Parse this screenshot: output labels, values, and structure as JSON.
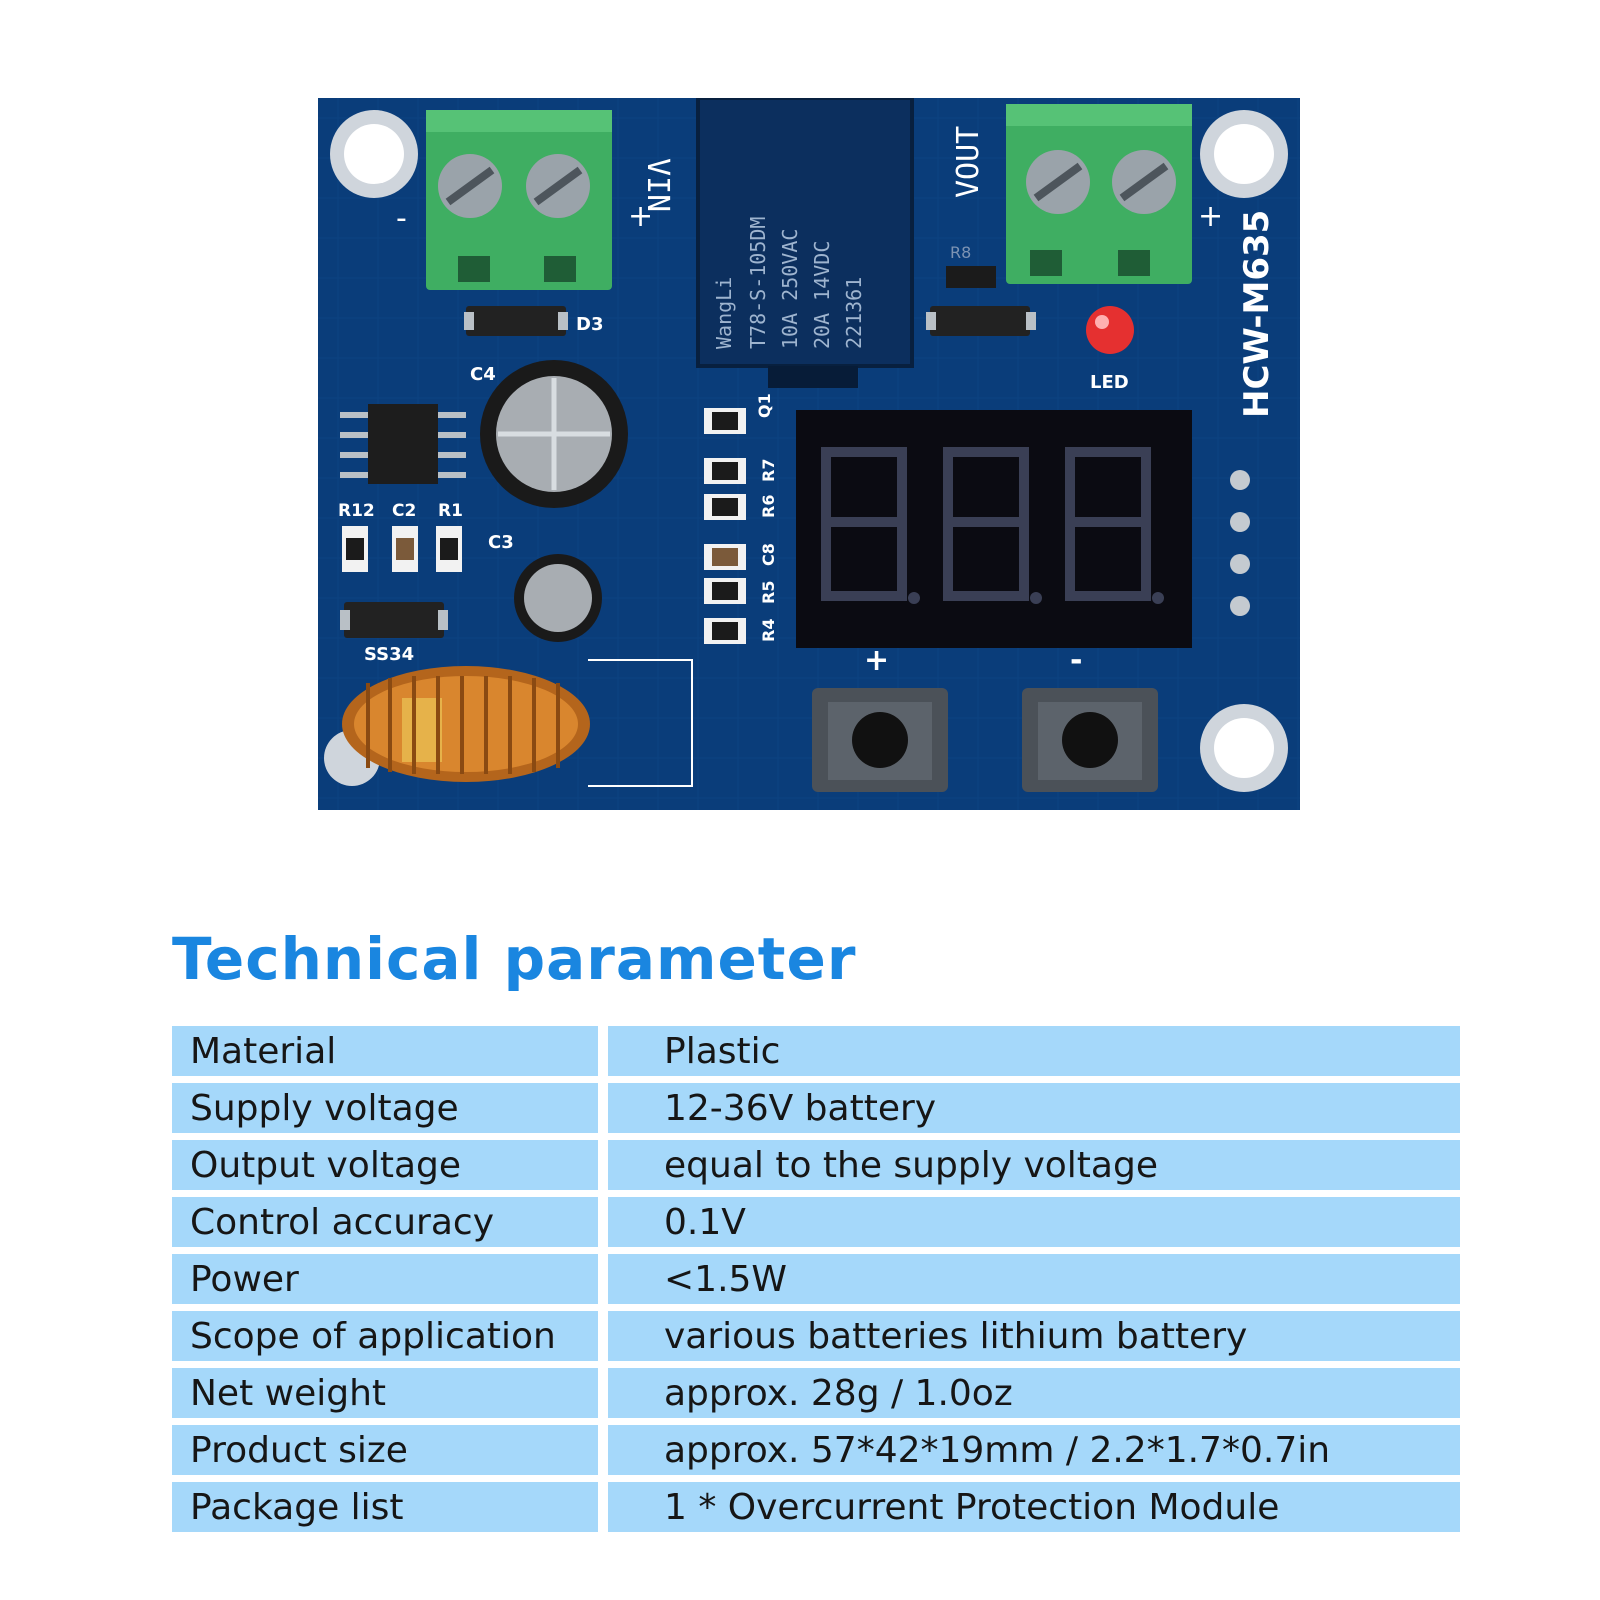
{
  "board": {
    "model": "HCW-M635",
    "labels": {
      "vin": "VIN",
      "vout": "VOUT",
      "plus": "+",
      "minus": "-",
      "d3": "D3",
      "c4": "C4",
      "c3": "C3",
      "r12": "R12",
      "c2": "C2",
      "r1": "R1",
      "ss34": "SS34",
      "led": "LED",
      "r8": "R8",
      "q1": "Q1",
      "r7": "R7",
      "r6": "R6",
      "c8": "C8",
      "r5": "R5",
      "r4": "R4"
    },
    "relay_text": [
      "WangLi",
      "T78-S-105DM",
      "10A 250VAC",
      "20A 14VDC",
      "221361"
    ],
    "button_plus": "+",
    "button_minus": "-",
    "colors": {
      "pcb": "#0a3d7a",
      "terminal": "#3fae62",
      "relay": "#0c2f5e",
      "led": "#e53030",
      "segment_off": "#3a3f55",
      "copper": "#d9862e"
    }
  },
  "section": {
    "title": "Technical parameter",
    "colors": {
      "title": "#1a86e0",
      "row_bg": "#a5d8fa"
    }
  },
  "parameters": [
    {
      "label": "Material",
      "value": "Plastic"
    },
    {
      "label": "Supply voltage",
      "value": "12-36V battery"
    },
    {
      "label": "Output voltage",
      "value": "equal to the supply voltage"
    },
    {
      "label": "Control accuracy",
      "value": "0.1V"
    },
    {
      "label": "Power",
      "value": "<1.5W"
    },
    {
      "label": "Scope of application",
      "value": "various batteries lithium battery"
    },
    {
      "label": "Net weight",
      "value": "approx. 28g / 1.0oz"
    },
    {
      "label": "Product size",
      "value": "approx. 57*42*19mm / 2.2*1.7*0.7in"
    },
    {
      "label": "Package list",
      "value": "1 * Overcurrent Protection Module"
    }
  ]
}
